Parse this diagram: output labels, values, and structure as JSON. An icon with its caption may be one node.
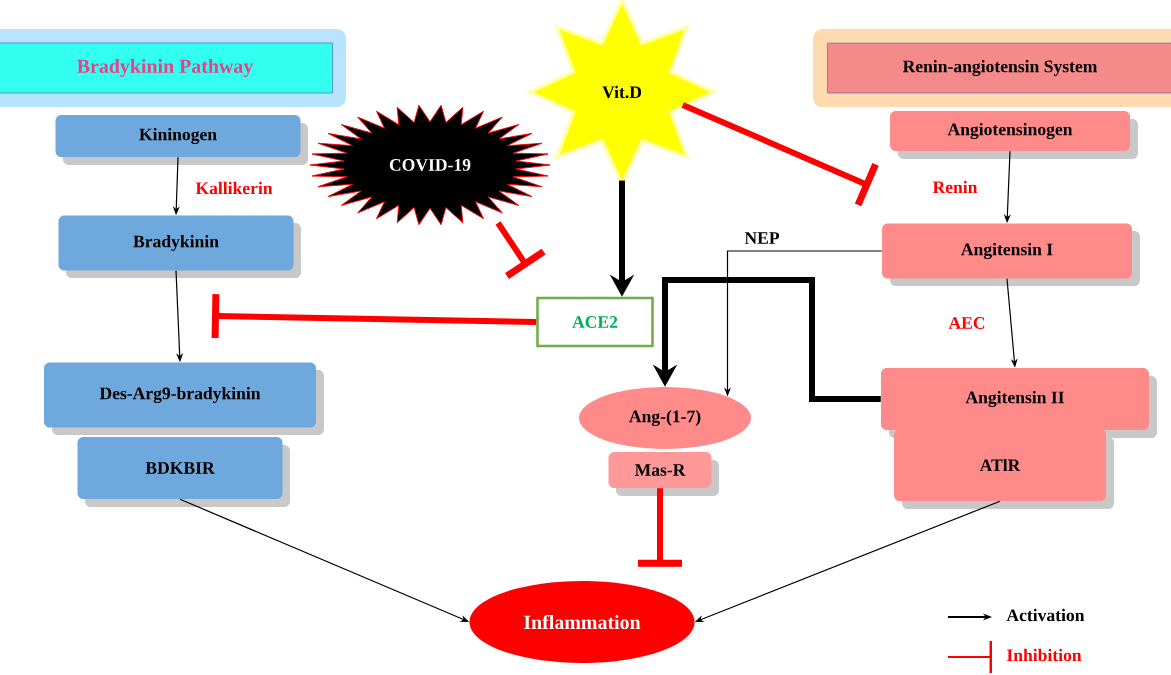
{
  "diagram": {
    "nodes": [
      {
        "text": [
          "Bradykinin Pathway"
        ]
      },
      {
        "text": [
          "Kininogen"
        ]
      },
      {
        "text": [
          "Bradykinin"
        ]
      },
      {
        "text": [
          "Des-Arg9-bradykinin"
        ]
      },
      {
        "text": [
          "BDKBIR"
        ]
      },
      {
        "text": [
          "Vit.D"
        ]
      },
      {
        "text": [
          "COVID-19"
        ]
      },
      {
        "text": [
          "ACE2"
        ]
      },
      {
        "text": [
          "Renin-angiotensin System"
        ]
      },
      {
        "text": [
          "Angiotensinogen"
        ]
      },
      {
        "text": [
          "Angitensin I"
        ]
      },
      {
        "text": [
          "Angitensin II"
        ]
      },
      {
        "text": [
          "ATlR"
        ]
      },
      {
        "text": [
          "Ang-(1-7)"
        ]
      },
      {
        "text": [
          "Mas-R"
        ]
      },
      {
        "text": [
          "Inflammation"
        ]
      }
    ],
    "edges": [
      {
        "from": 1,
        "to": 2,
        "arrow": "to",
        "label": "Kallikerin"
      },
      {
        "from": 2,
        "to": 3,
        "arrow": "to"
      },
      {
        "from": 6,
        "to": 7,
        "arrow": "other",
        "style": "thick",
        "color": "#ff0000"
      },
      {
        "from": 7,
        "to": null,
        "arrow": "other",
        "style": "thick",
        "color": "#ff0000"
      },
      {
        "from": 5,
        "to": 7,
        "arrow": "to",
        "style": "thick"
      },
      {
        "from": 5,
        "to": null,
        "arrow": "other",
        "style": "thick",
        "color": "#ff0000"
      },
      {
        "from": 9,
        "to": 10,
        "arrow": "to",
        "label": "Renin"
      },
      {
        "from": 10,
        "to": 11,
        "arrow": "to",
        "label": "AEC"
      },
      {
        "from": 10,
        "to": 13,
        "arrow": "to",
        "label": "NEP"
      },
      {
        "from": 11,
        "to": 13,
        "arrow": "to",
        "style": "thick"
      },
      {
        "from": 14,
        "to": 15,
        "arrow": "other",
        "style": "thick",
        "color": "#ff0000"
      },
      {
        "from": 4,
        "to": 15,
        "arrow": "to"
      },
      {
        "from": 12,
        "to": 15,
        "arrow": "to"
      }
    ],
    "legend": [
      {
        "text": "Activation"
      },
      {
        "text": "Inhibition"
      }
    ]
  }
}
